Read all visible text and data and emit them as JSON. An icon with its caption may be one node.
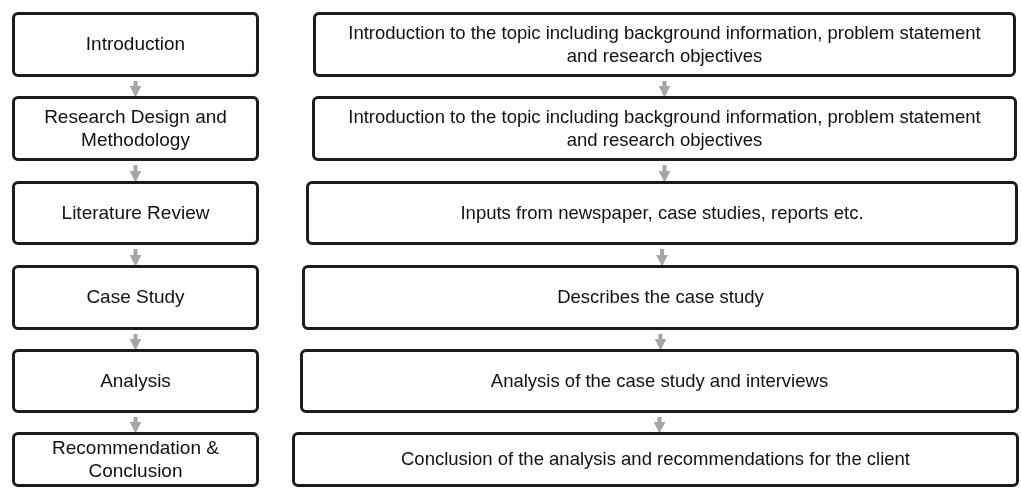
{
  "diagram": {
    "nodes": [
      {
        "text": [
          "Introduction"
        ]
      },
      {
        "text": [
          "Introduction to the topic including background information, problem statement and research objectives"
        ]
      },
      {
        "text": [
          "Research Design and Methodology"
        ]
      },
      {
        "text": [
          "Introduction to the topic including background information, problem statement and research objectives"
        ]
      },
      {
        "text": [
          "Literature Review"
        ]
      },
      {
        "text": [
          "Inputs from newspaper, case studies, reports etc."
        ]
      },
      {
        "text": [
          "Case Study"
        ]
      },
      {
        "text": [
          "Describes the case study"
        ]
      },
      {
        "text": [
          "Analysis"
        ]
      },
      {
        "text": [
          "Analysis of the case study and interviews"
        ]
      },
      {
        "text": [
          "Recommendation & Conclusion"
        ]
      },
      {
        "text": [
          "Conclusion of the analysis and recommendations for the client"
        ]
      }
    ],
    "edges": [
      {
        "from": 0,
        "to": 2,
        "arrow": "to"
      },
      {
        "from": 2,
        "to": 4,
        "arrow": "to"
      },
      {
        "from": 4,
        "to": 6,
        "arrow": "to"
      },
      {
        "from": 6,
        "to": 8,
        "arrow": "to"
      },
      {
        "from": 8,
        "to": 10,
        "arrow": "to"
      },
      {
        "from": 1,
        "to": 3,
        "arrow": "to"
      },
      {
        "from": 3,
        "to": 5,
        "arrow": "to"
      },
      {
        "from": 5,
        "to": 7,
        "arrow": "to"
      },
      {
        "from": 7,
        "to": 9,
        "arrow": "to"
      },
      {
        "from": 9,
        "to": 11,
        "arrow": "to"
      }
    ]
  }
}
